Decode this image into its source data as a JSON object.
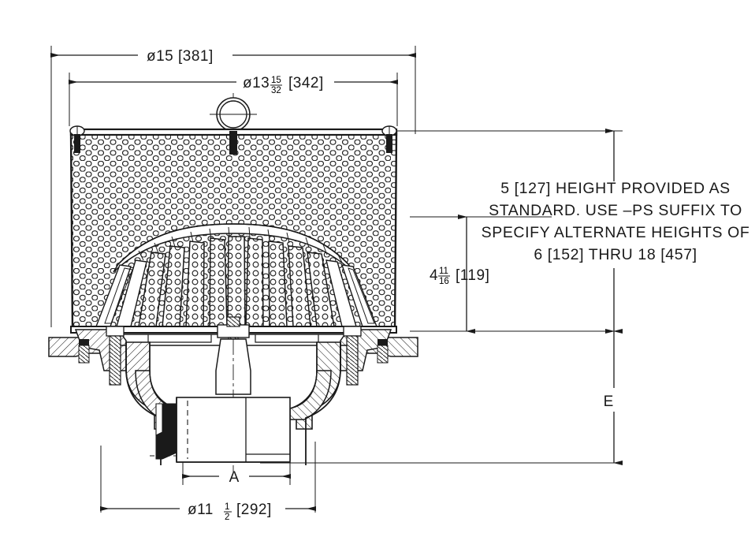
{
  "drawing": {
    "title": "Roof drain sectional assembly drawing",
    "line_color": "#1a1a1a",
    "background": "#ffffff"
  },
  "dimensions": {
    "outer_diameter": {
      "prefix": "ø15",
      "bracket": "[381]",
      "full": "ø15 [381]"
    },
    "dome_diameter": {
      "prefix": "ø13",
      "whole": "13",
      "num": "15",
      "den": "32",
      "bracket": "[342]",
      "full": "ø13 15/32 [342]"
    },
    "sump_depth": {
      "whole": "4",
      "num": "11",
      "den": "16",
      "bracket": "[119]",
      "full": "4 11/16 [119]"
    },
    "body_diameter": {
      "prefix": "ø11",
      "whole": "11",
      "num": "1",
      "den": "2",
      "bracket": "[292]",
      "full": "ø11 1/2 [292]"
    },
    "outlet_label": "A",
    "height_label": "E",
    "phi": "ø"
  },
  "note": {
    "line1": "5 [127] HEIGHT PROVIDED AS",
    "line2": "STANDARD. USE –PS SUFFIX TO",
    "line3": "SPECIFY ALTERNATE HEIGHTS OF",
    "line4": "6 [152] THRU 18 [457]"
  },
  "parts": {
    "dome_strainer": "perforated-dome-strainer",
    "grate_ribs": "radial-rib-grate",
    "center_bolt": "center-bolt-head",
    "left_bolt": "left-clamp-bolt",
    "right_bolt": "right-clamp-bolt",
    "drain_body": "cast-drain-body",
    "clamp_ring": "clamping-ring-flange",
    "outlet": "no-hub-outlet",
    "gasket": "outlet-gasket"
  }
}
